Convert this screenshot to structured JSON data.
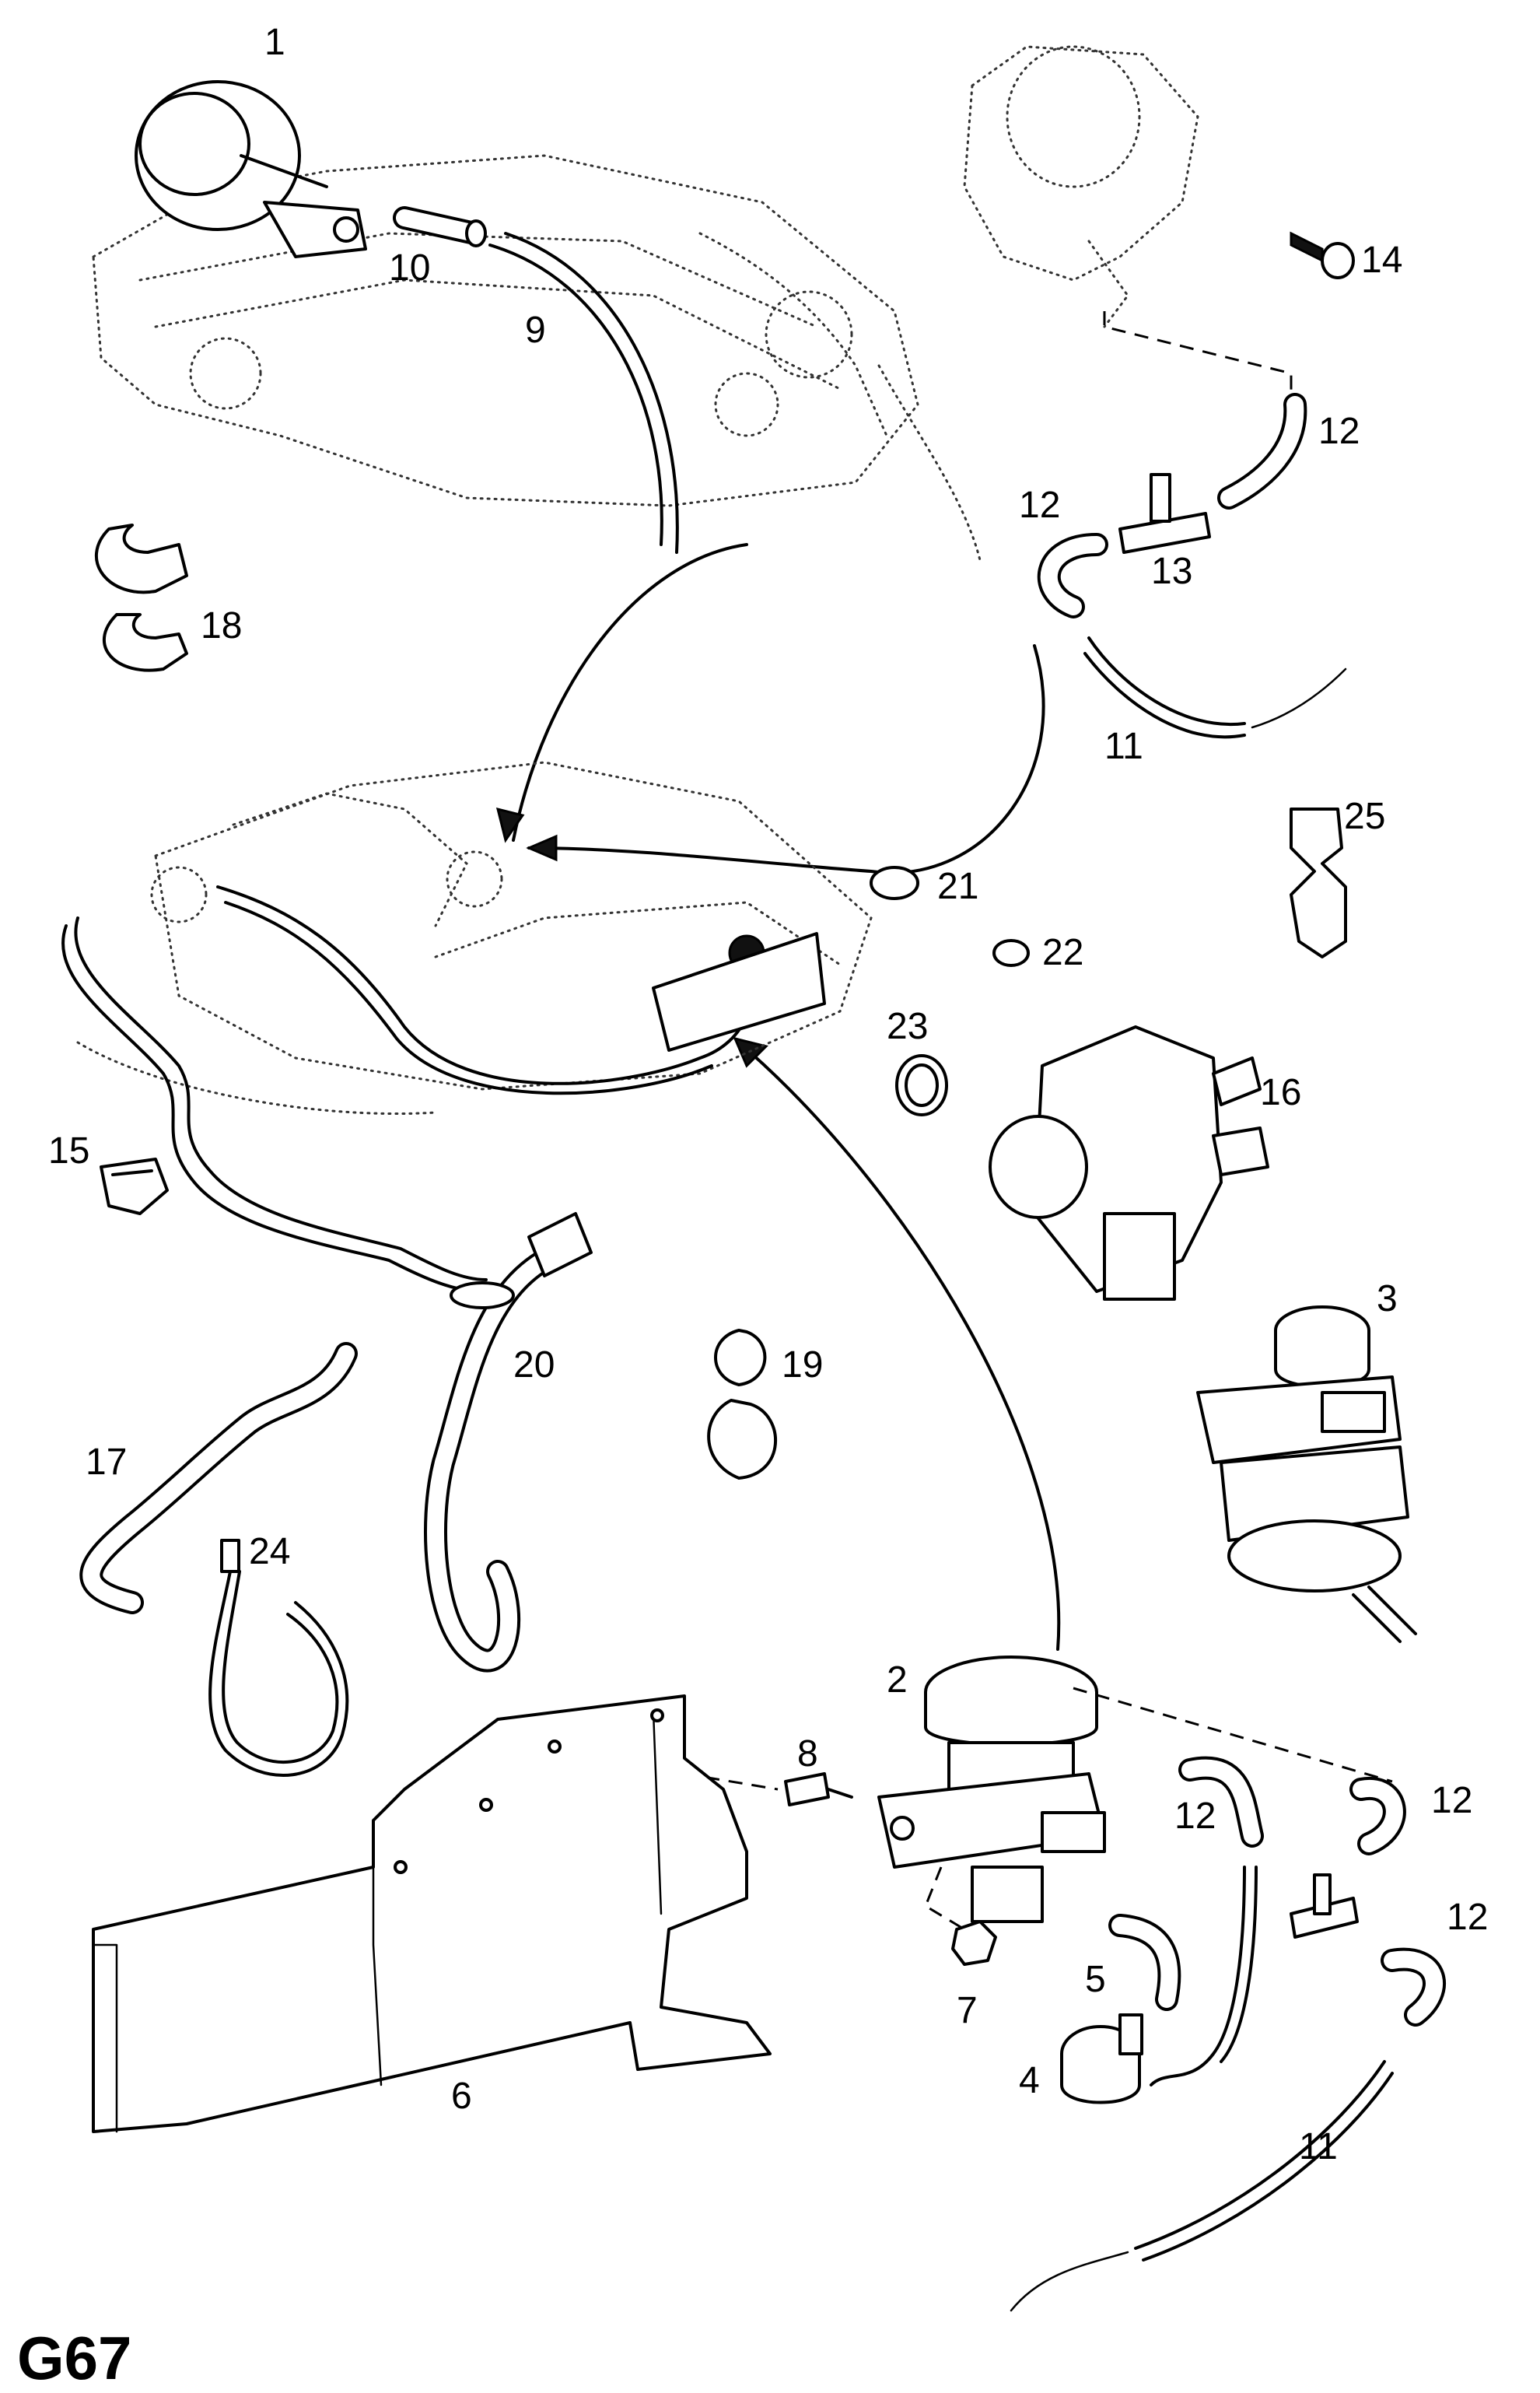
{
  "page_code": "G67",
  "callouts": [
    {
      "id": "c1",
      "text": "1"
    },
    {
      "id": "c10",
      "text": "10"
    },
    {
      "id": "c9",
      "text": "9"
    },
    {
      "id": "c14",
      "text": "14"
    },
    {
      "id": "c12a",
      "text": "12"
    },
    {
      "id": "c12b",
      "text": "12"
    },
    {
      "id": "c13",
      "text": "13"
    },
    {
      "id": "c18",
      "text": "18"
    },
    {
      "id": "c11a",
      "text": "11"
    },
    {
      "id": "c25",
      "text": "25"
    },
    {
      "id": "c21",
      "text": "21"
    },
    {
      "id": "c22",
      "text": "22"
    },
    {
      "id": "c23",
      "text": "23"
    },
    {
      "id": "c16",
      "text": "16"
    },
    {
      "id": "c15",
      "text": "15"
    },
    {
      "id": "c3",
      "text": "3"
    },
    {
      "id": "c20",
      "text": "20"
    },
    {
      "id": "c19",
      "text": "19"
    },
    {
      "id": "c17",
      "text": "17"
    },
    {
      "id": "c24",
      "text": "24"
    },
    {
      "id": "c2",
      "text": "2"
    },
    {
      "id": "c8",
      "text": "8"
    },
    {
      "id": "c12c",
      "text": "12"
    },
    {
      "id": "c12d",
      "text": "12"
    },
    {
      "id": "c12e",
      "text": "12"
    },
    {
      "id": "c7",
      "text": "7"
    },
    {
      "id": "c5",
      "text": "5"
    },
    {
      "id": "c4",
      "text": "4"
    },
    {
      "id": "c6",
      "text": "6"
    },
    {
      "id": "c11b",
      "text": "11"
    }
  ]
}
